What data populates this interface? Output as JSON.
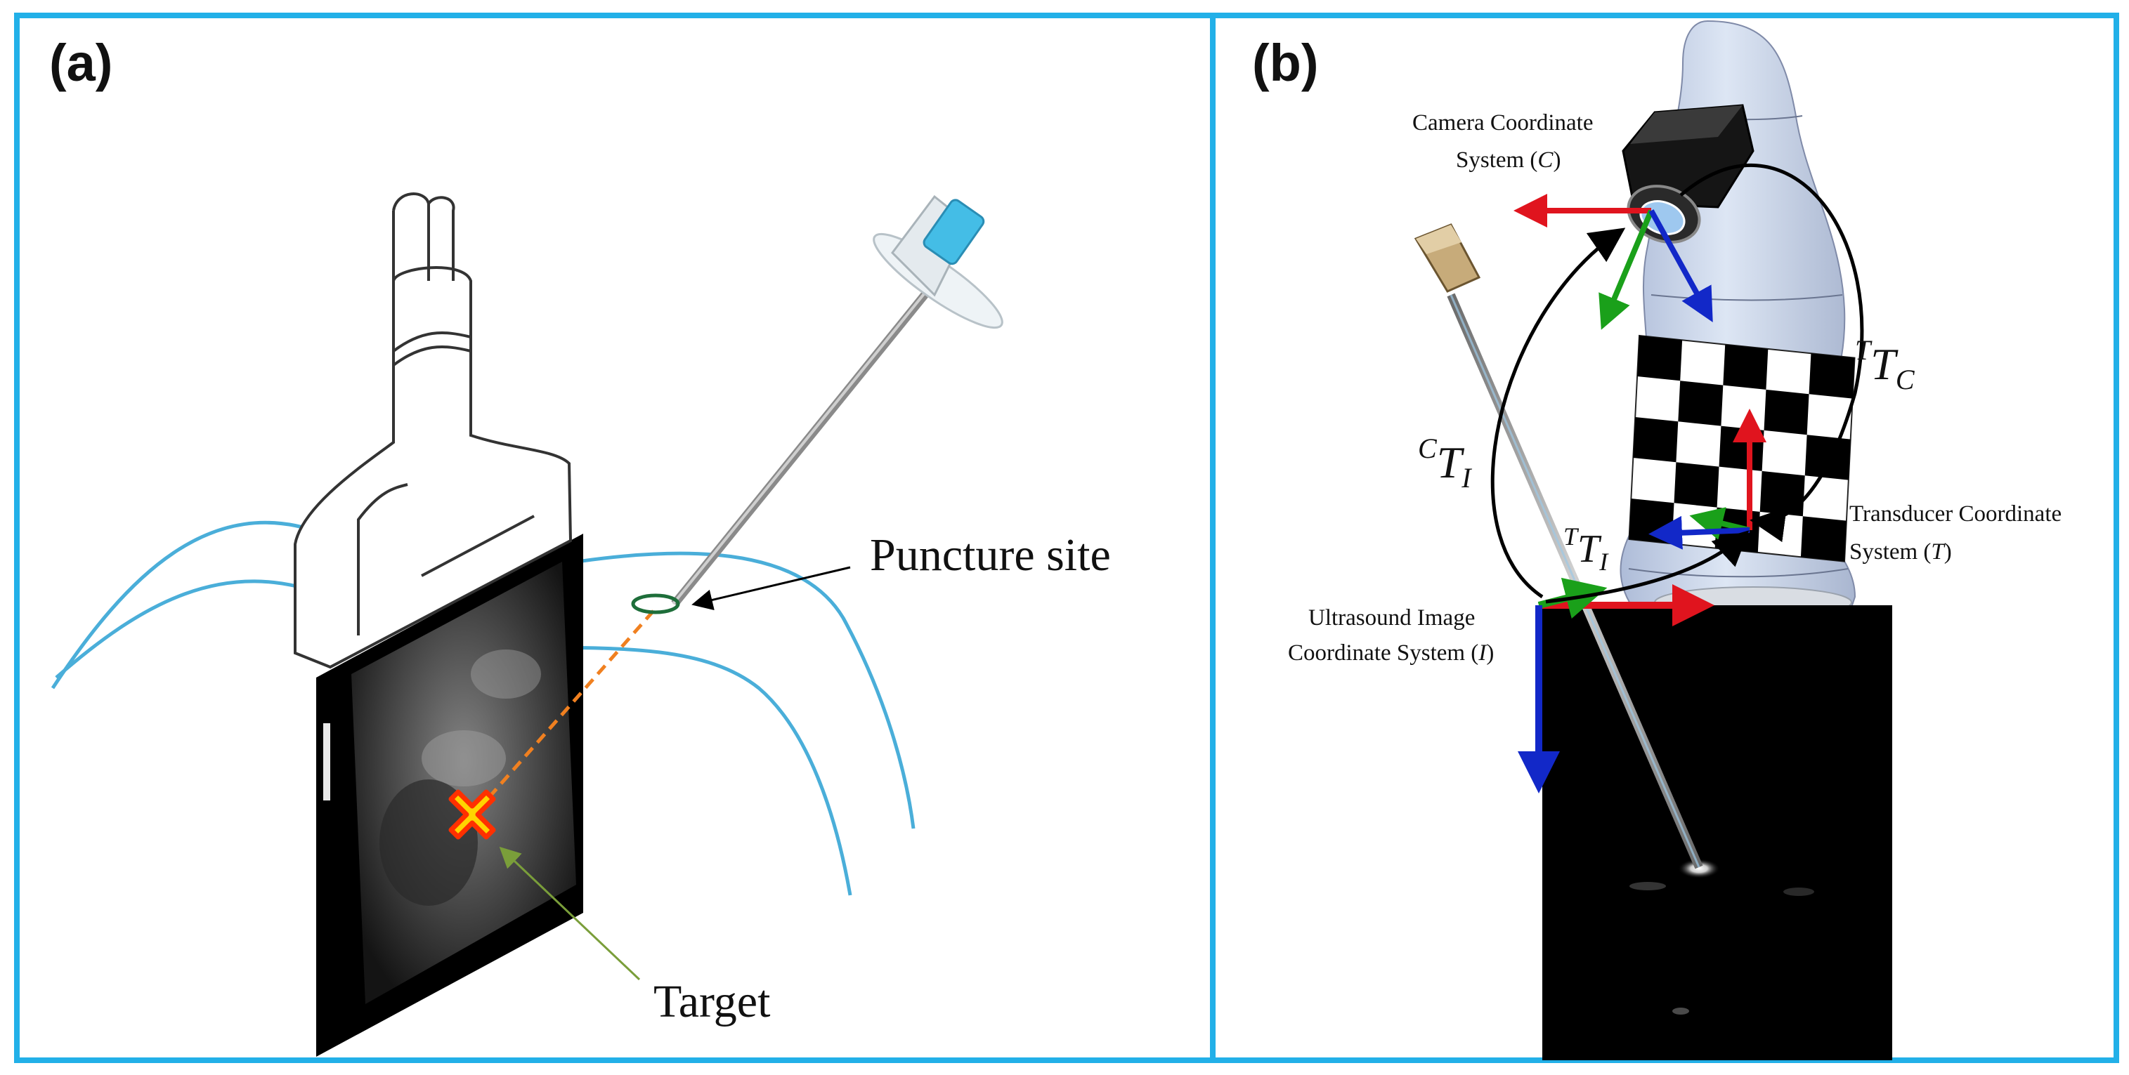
{
  "colors": {
    "frame_border": "#22b0e8",
    "skin_curve": "#4aaed9",
    "ultrasound_background": "#000000",
    "needle_hub": "#44bde6",
    "target_marker": "#ff6a00",
    "trajectory": "#f08020",
    "puncture_ring": "#1e6e3a",
    "target_arrow": "#7a9e3a",
    "robot_body": "#c9d6ec",
    "camera_body": "#202020",
    "axis_x": "#e0141e",
    "axis_y": "#1aa01a",
    "axis_z": "#1228c8",
    "transform_arrow": "#000000"
  },
  "panel_a": {
    "label": "(a)",
    "annotation_puncture": "Puncture site",
    "annotation_target": "Target",
    "icons": [
      "ultrasound-probe-icon",
      "needle-icon",
      "target-x-icon"
    ]
  },
  "panel_b": {
    "label": "(b)",
    "camera_label_line1": "Camera Coordinate",
    "camera_label_line2": "System (",
    "camera_label_sym": "C",
    "camera_label_close": ")",
    "transducer_label_line1": "Transducer Coordinate",
    "transducer_label_line2": "System (",
    "transducer_label_sym": "T",
    "transducer_label_close": ")",
    "ultrasound_label_line1": "Ultrasound Image",
    "ultrasound_label_line2": "Coordinate System (",
    "ultrasound_label_sym": "I",
    "ultrasound_label_close": ")",
    "transform_TC": {
      "sup": "T",
      "base": "T",
      "sub": "C"
    },
    "transform_CI": {
      "sup": "C",
      "base": "T",
      "sub": "I"
    },
    "transform_TI": {
      "sup": "T",
      "base": "T",
      "sub": "I"
    }
  }
}
